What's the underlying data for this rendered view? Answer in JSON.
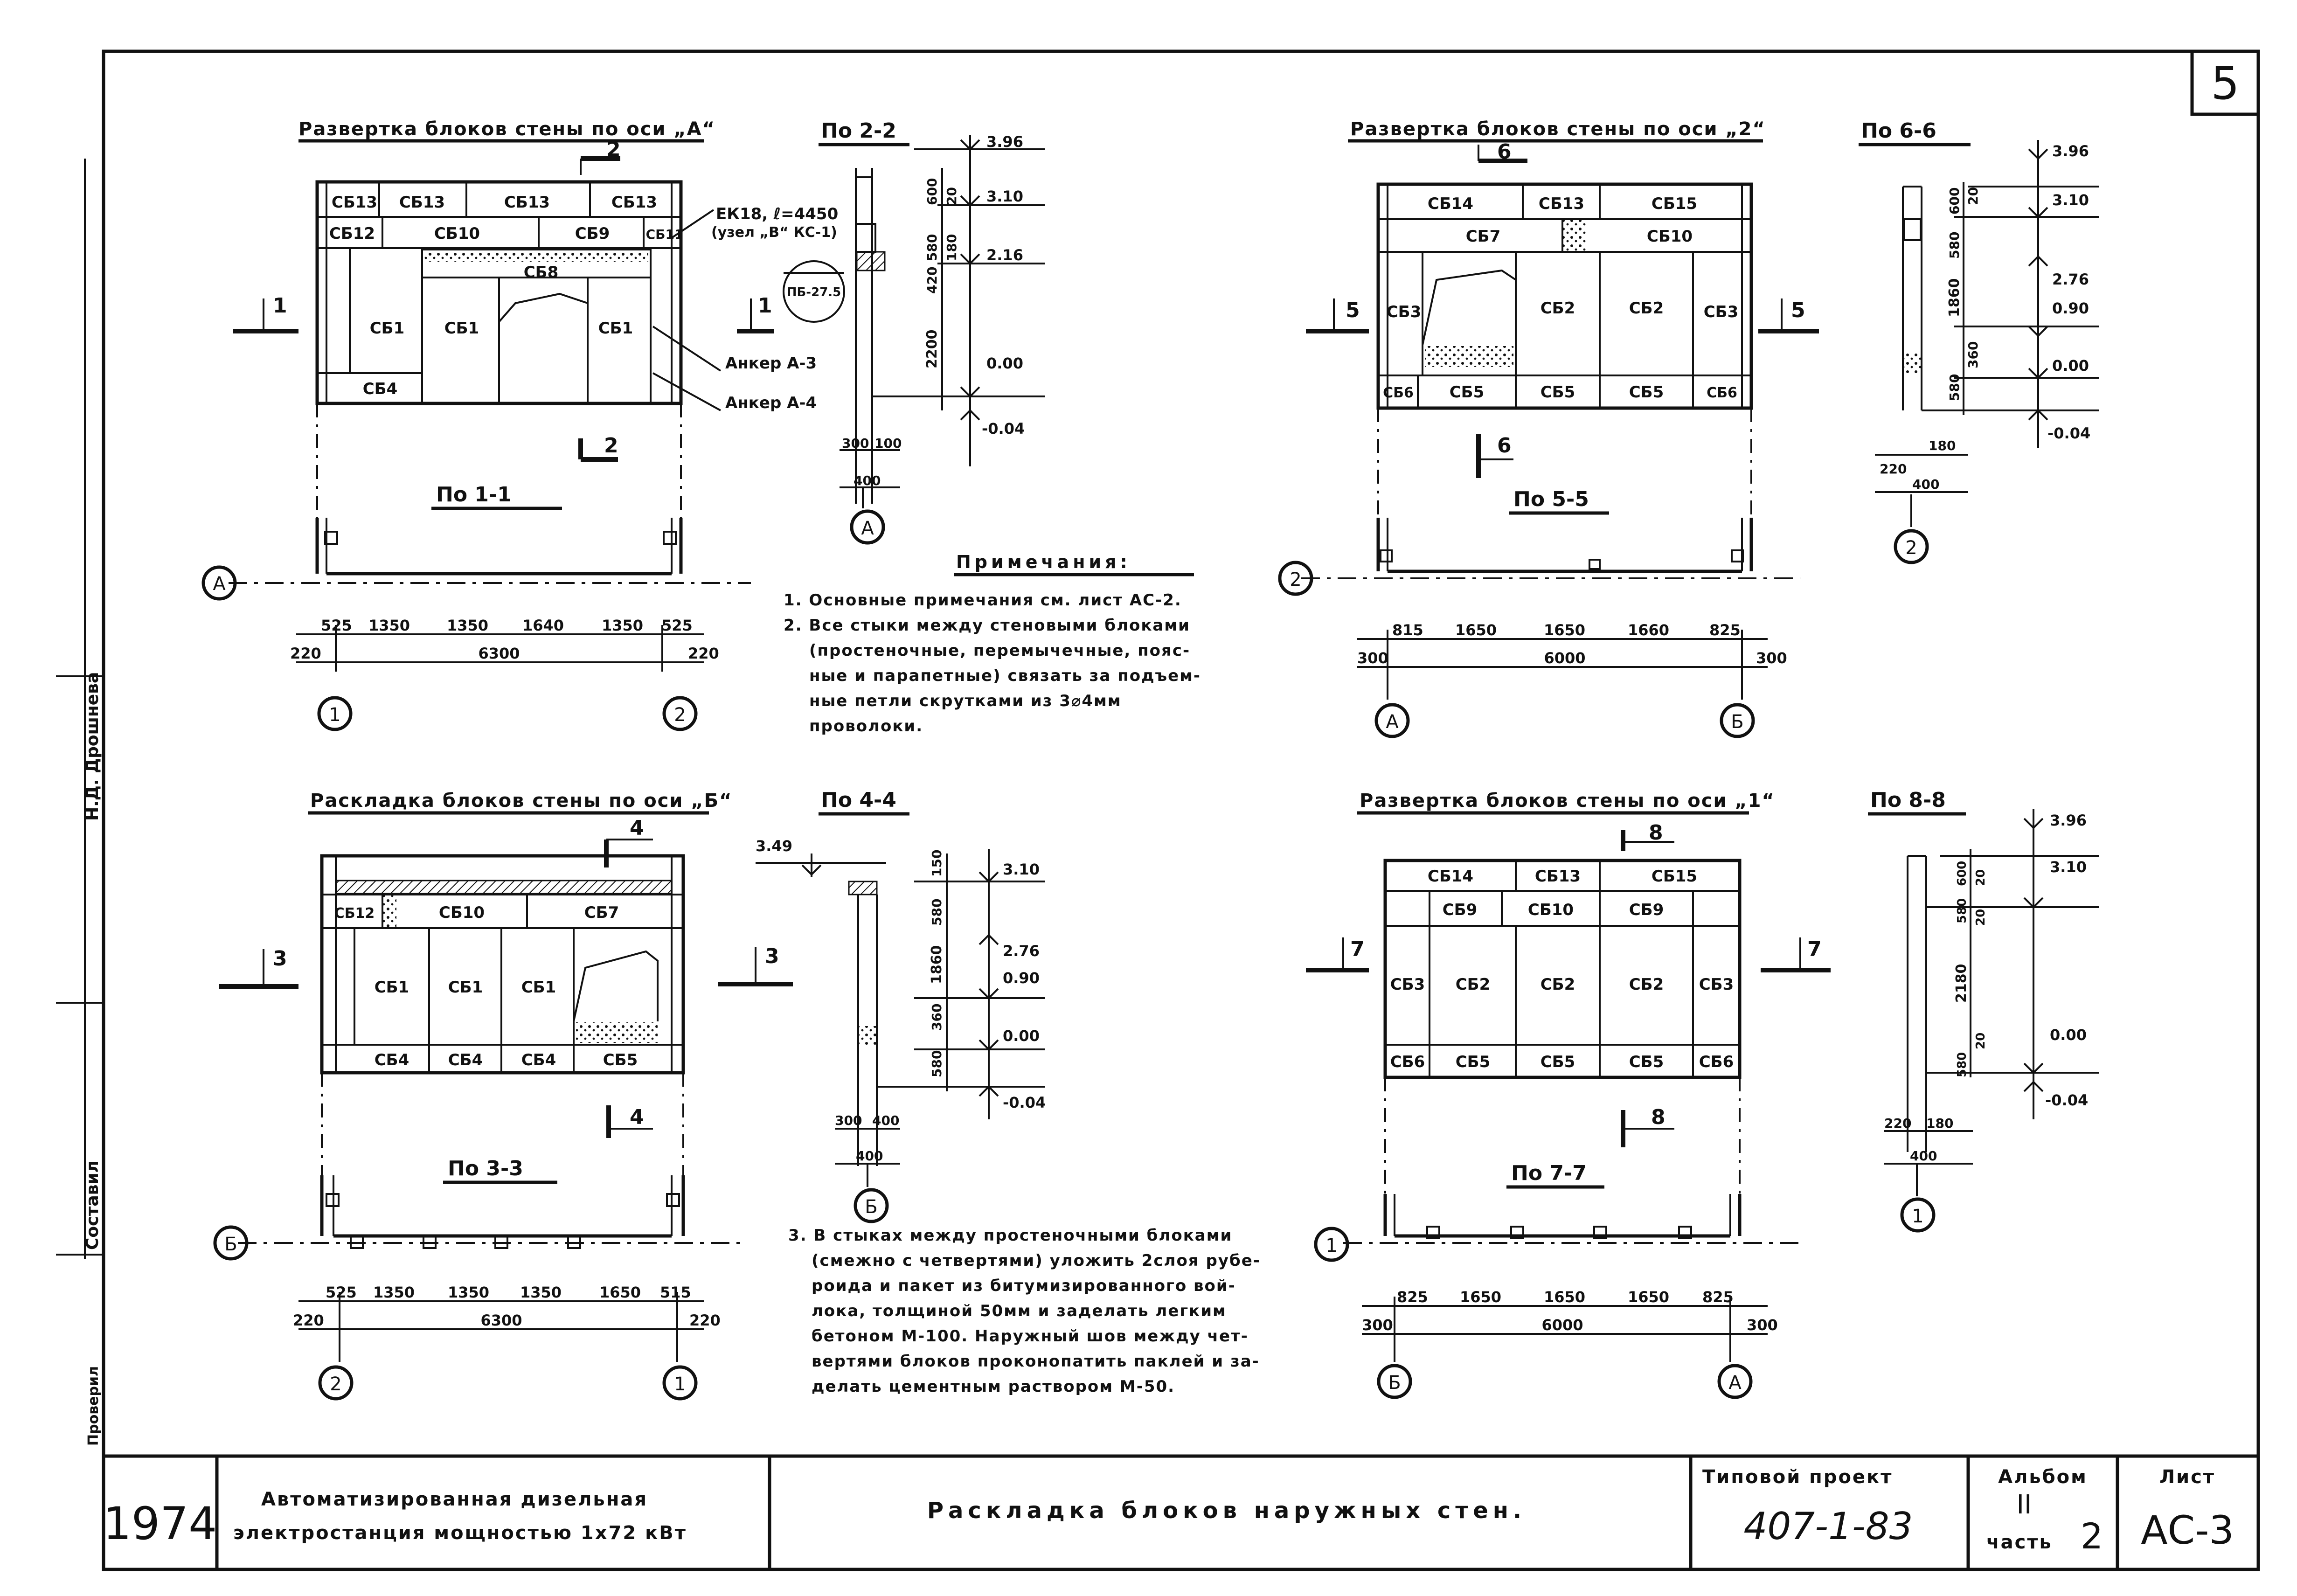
{
  "sheet_number": "5",
  "margin": {
    "items": [
      "Составил",
      "Н.Д. Дрошнева",
      "Проверил"
    ]
  },
  "views": {
    "axis_a": {
      "title": "Развертка блоков стены по оси „А“",
      "blocks_top": [
        "СБ13",
        "СБ13",
        "СБ13",
        "СБ13"
      ],
      "blocks_mid": [
        "СБ12",
        "СБ10",
        "СБ9",
        "СБ11"
      ],
      "block_lintel": "СБ8",
      "blocks_body": [
        "СБ1",
        "СБ1",
        "СБ1"
      ],
      "block_bottom": "СБ4",
      "callout_ek": "ЕК18, ℓ=4450",
      "callout_node": "(узел „В“ КС-1)",
      "callout_pb": "ПБ-27.5",
      "anchor_3": "Анкер А-3",
      "anchor_4": "Анкер А-4",
      "cut_left": "1",
      "cut_top": "2",
      "cut_bottom": "2"
    },
    "section_2_2": {
      "title": "По 2-2",
      "levels": [
        "3.96",
        "3.10",
        "2.16",
        "0.00",
        "-0.04"
      ],
      "dims": [
        "600",
        "20",
        "580",
        "420",
        "180",
        "2200",
        "300",
        "100",
        "400"
      ],
      "axis": "А"
    },
    "plan_1_1": {
      "title": "По 1-1",
      "dims": [
        "525",
        "1350",
        "1350",
        "1640",
        "1350",
        "525"
      ],
      "total": "6300",
      "edge_left": "220",
      "edge_right": "220",
      "axis_row": "А",
      "axes": [
        "1",
        "2"
      ]
    },
    "axis_2": {
      "title": "Развертка блоков стены по оси „2“",
      "blocks_top": [
        "СБ14",
        "СБ13",
        "СБ15"
      ],
      "blocks_mid": [
        "СБ7",
        "СБ10"
      ],
      "blocks_body": [
        "СБ3",
        "СБ2",
        "СБ2",
        "СБ3"
      ],
      "blocks_bottom": [
        "СБ6",
        "СБ5",
        "СБ5",
        "СБ5",
        "СБ6"
      ],
      "cut_side": "5",
      "cut_top": "6",
      "cut_bottom": "6"
    },
    "section_6_6": {
      "title": "По 6-6",
      "levels": [
        "3.96",
        "3.10",
        "2.76",
        "0.90",
        "0.00",
        "-0.04"
      ],
      "dims": [
        "600",
        "20",
        "580",
        "1860",
        "360",
        "580",
        "220",
        "180",
        "400"
      ],
      "axis": "2"
    },
    "plan_5_5": {
      "title": "По 5-5",
      "dims": [
        "815",
        "1650",
        "1650",
        "1660",
        "825"
      ],
      "total": "6000",
      "edge_left": "300",
      "edge_right": "300",
      "axis_row": "2",
      "axes": [
        "А",
        "Б"
      ]
    },
    "notes": {
      "heading": "Примечания:",
      "items": [
        "1. Основные примечания см. лист АС-2.",
        "2. Все стыки между стеновыми блоками",
        "(простеночные, перемычечные, пояс-",
        "ные и парапетные) связать за подъем-",
        "ные петли скрутками из 3⌀4мм",
        "проволоки."
      ]
    },
    "axis_b": {
      "title": "Раскладка блоков стены по оси „Б“",
      "blocks_mid": [
        "СБ12",
        "СБ10",
        "СБ7"
      ],
      "blocks_body": [
        "СБ1",
        "СБ1",
        "СБ1"
      ],
      "blocks_bottom": [
        "СБ4",
        "СБ4",
        "СБ4",
        "СБ5"
      ],
      "cut_side": "3",
      "cut_top": "4",
      "cut_bottom": "4"
    },
    "section_4_4": {
      "title": "По 4-4",
      "levels": [
        "3.49",
        "3.10",
        "2.76",
        "0.90",
        "0.00",
        "-0.04"
      ],
      "dims": [
        "150",
        "580",
        "1860",
        "360",
        "580",
        "300",
        "400"
      ],
      "axis": "Б"
    },
    "plan_3_3": {
      "title": "По 3-3",
      "dims": [
        "525",
        "1350",
        "1350",
        "1350",
        "1650",
        "515"
      ],
      "total": "6300",
      "edge_left": "220",
      "edge_right": "220",
      "axis_row": "Б",
      "axes": [
        "2",
        "1"
      ]
    },
    "note_3": {
      "items": [
        "3. В стыках между простеночными блоками",
        "(смежно с четвертями) уложить 2слоя рубе-",
        "роида и пакет из битумизированного вой-",
        "лока, толщиной 50мм и заделать легким",
        "бетоном М-100. Наружный шов между чет-",
        "вертями блоков проконопатить паклей и за-",
        "делать цементным раствором М-50."
      ]
    },
    "axis_1": {
      "title": "Развертка блоков стены по оси „1“",
      "blocks_top": [
        "СБ14",
        "СБ13",
        "СБ15"
      ],
      "blocks_mid": [
        "СБ9",
        "СБ10",
        "СБ9"
      ],
      "blocks_body": [
        "СБ3",
        "СБ2",
        "СБ2",
        "СБ2",
        "СБ3"
      ],
      "blocks_bottom": [
        "СБ6",
        "СБ5",
        "СБ5",
        "СБ5",
        "СБ6"
      ],
      "cut_side": "7",
      "cut_top": "8",
      "cut_bottom": "8"
    },
    "section_8_8": {
      "title": "По 8-8",
      "levels": [
        "3.96",
        "3.10",
        "0.00",
        "-0.04"
      ],
      "dims": [
        "600",
        "20",
        "580",
        "20",
        "2180",
        "580",
        "20",
        "220",
        "180",
        "400"
      ],
      "axis": "1"
    },
    "plan_7_7": {
      "title": "По 7-7",
      "dims": [
        "825",
        "1650",
        "1650",
        "1650",
        "825"
      ],
      "total": "6000",
      "edge_left": "300",
      "edge_right": "300",
      "axis_row": "1",
      "axes": [
        "Б",
        "А"
      ]
    }
  },
  "stamp": {
    "year": "1974",
    "project_line1": "Автоматизированная дизельная",
    "project_line2": "электростанция мощностью 1х72 кВт",
    "sheet_title": "Раскладка блоков наружных стен.",
    "project_label": "Типовой проект",
    "project_code": "407-1-83",
    "album_label": "Альбом",
    "album_number": "II",
    "part_label": "часть",
    "part_number": "2",
    "sheet_label": "Лист",
    "sheet_code": "АС-3"
  }
}
